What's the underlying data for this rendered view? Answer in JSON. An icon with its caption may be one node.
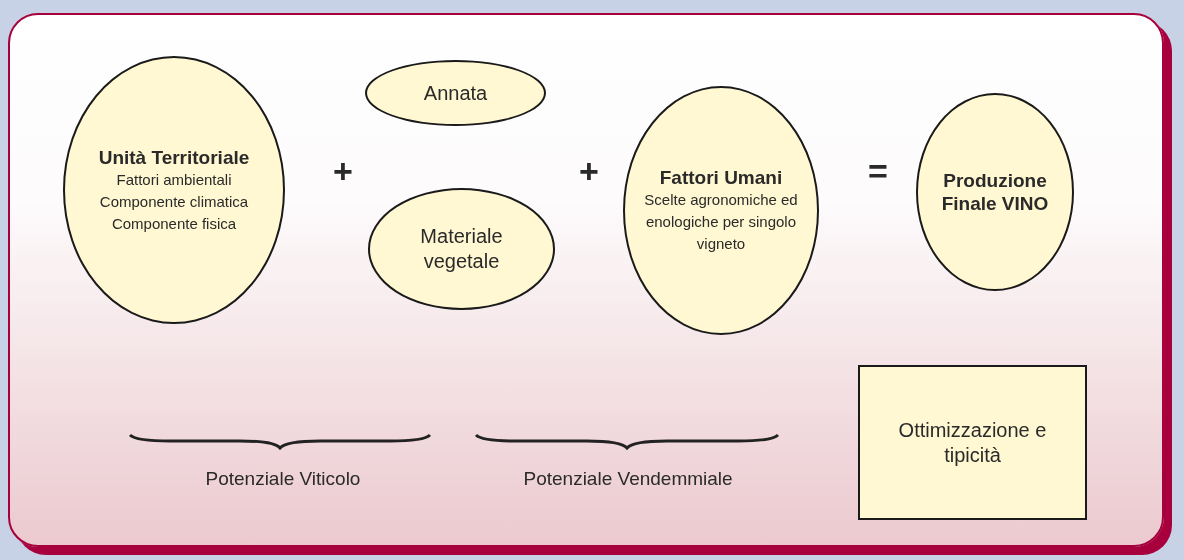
{
  "diagram": {
    "nodes": [
      {
        "text": [
          "Unità Territoriale",
          "Fattori ambientali Componente climatica Componente fisica"
        ]
      },
      {
        "text": [
          "Annata"
        ]
      },
      {
        "text": [
          "Materiale vegetale"
        ]
      },
      {
        "text": [
          "Fattori Umani",
          "Scelte agronomiche ed enologiche per singolo vigneto"
        ]
      },
      {
        "text": [
          "Produzione Finale VINO"
        ]
      },
      {
        "text": [
          "Ottimizzazione e tipicità"
        ]
      }
    ],
    "edges": [],
    "labels": [
      "+",
      "+",
      "=",
      "Potenziale Viticolo",
      "Potenziale Vendemmiale"
    ]
  }
}
